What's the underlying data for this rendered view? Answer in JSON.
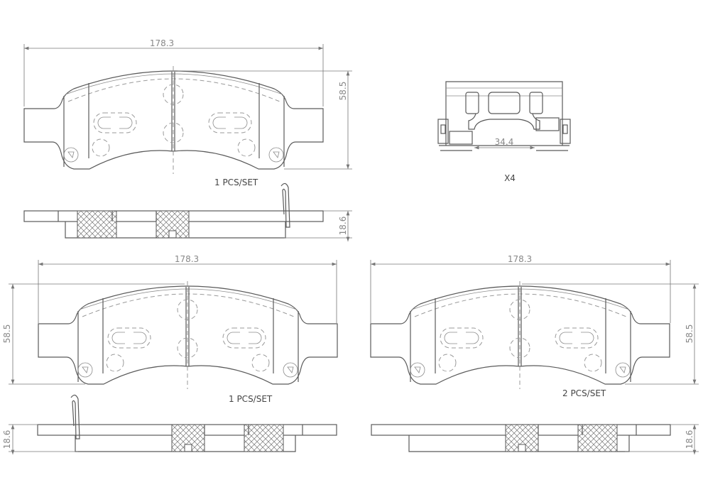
{
  "drawing": {
    "pads": [
      {
        "width": "178.3",
        "height": "58.5",
        "thickness": "18.6",
        "quantity": "1 PCS/SET"
      },
      {
        "width": "178.3",
        "height": "58.5",
        "thickness": "18.6",
        "quantity": "1 PCS/SET"
      },
      {
        "width": "178.3",
        "height": "58.5",
        "thickness": "18.6",
        "quantity": "2 PCS/SET"
      }
    ],
    "clip": {
      "dimension": "34.4",
      "quantity": "X4"
    },
    "colors": {
      "line": "#5a5a5a",
      "dimension": "#888888",
      "background": "#ffffff"
    }
  }
}
